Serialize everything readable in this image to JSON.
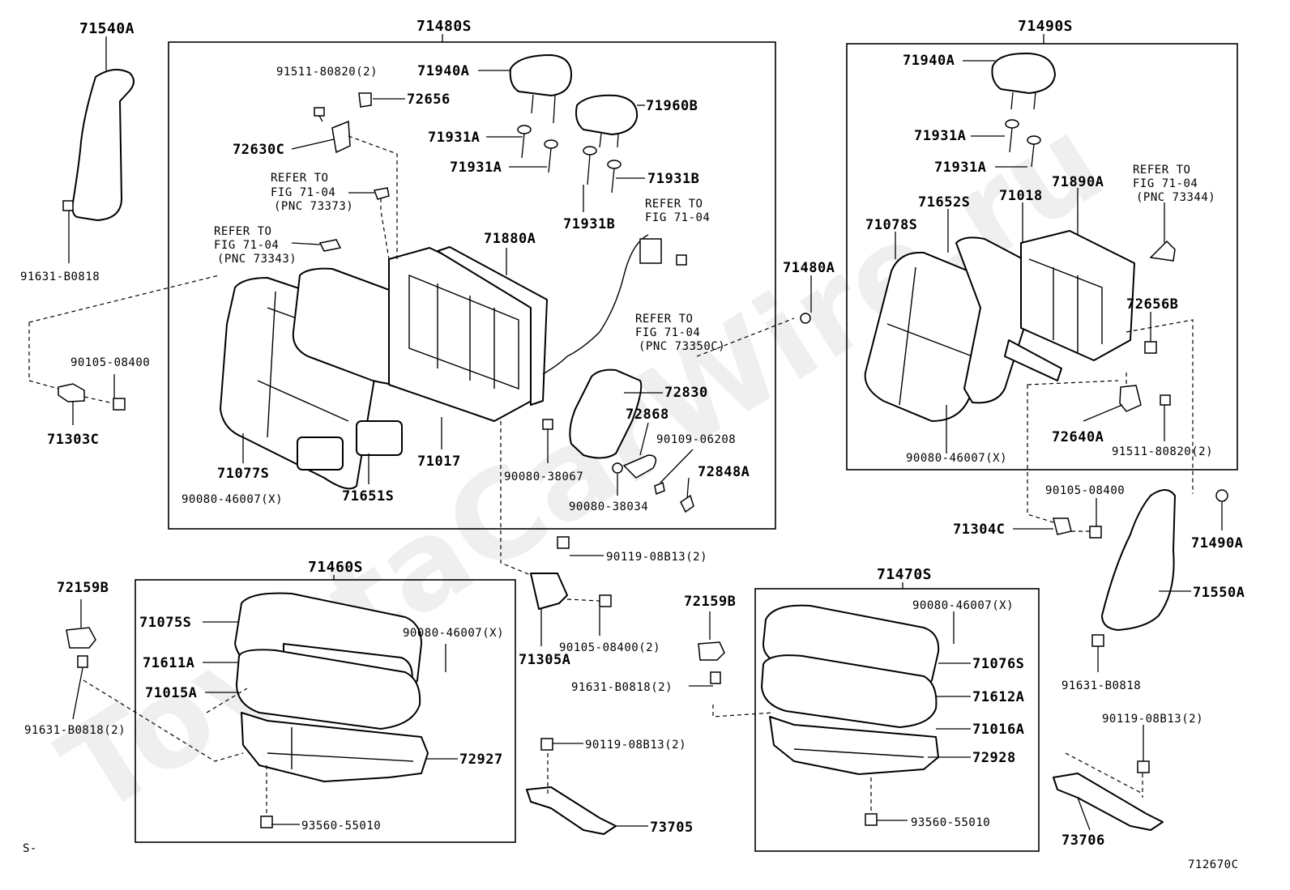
{
  "group_labels": {
    "g71540A": "71540A",
    "g71480S": "71480S",
    "g71490S": "71490S",
    "g71460S": "71460S",
    "g71470S": "71470S"
  },
  "part_labels": {
    "p91511_80820_2_a": "91511-80820(2)",
    "p71940A_a": "71940A",
    "p72656": "72656",
    "p71960B": "71960B",
    "p72630C": "72630C",
    "p71931A_a": "71931A",
    "p71931A_b": "71931A",
    "p71931B_a": "71931B",
    "p71931B_b": "71931B",
    "p71880A": "71880A",
    "p91631_B0818_a": "91631-B0818",
    "p90105_08400_a": "90105-08400",
    "p71303C": "71303C",
    "p71077S": "71077S",
    "p90080_46007_a": "90080-46007(X)",
    "p71651S": "71651S",
    "p71017": "71017",
    "p72830": "72830",
    "p72868": "72868",
    "p90109_06208": "90109-06208",
    "p90080_38067": "90080-38067",
    "p72848A": "72848A",
    "p90080_38034": "90080-38034",
    "p71480A_a": "71480A",
    "p71940A_b": "71940A",
    "p71931A_c": "71931A",
    "p71931A_d": "71931A",
    "p71652S": "71652S",
    "p71018": "71018",
    "p71890A": "71890A",
    "p71078S": "71078S",
    "p72656B": "72656B",
    "p72640A": "72640A",
    "p90080_46007_b": "90080-46007(X)",
    "p91511_80820_2_b": "91511-80820(2)",
    "p90105_08400_b": "90105-08400",
    "p71304C": "71304C",
    "p71490A": "71490A",
    "p71550A": "71550A",
    "p91631_B0818_b": "91631-B0818",
    "p90119_08B13_a": "90119-08B13(2)",
    "p90105_08400_2": "90105-08400(2)",
    "p71305A": "71305A",
    "p72159B_a": "72159B",
    "p71075S": "71075S",
    "p71611A": "71611A",
    "p71015A": "71015A",
    "p91631_B0818_2_a": "91631-B0818(2)",
    "p90080_46007_c": "90080-46007(X)",
    "p72927": "72927",
    "p93560_55010_a": "93560-55010",
    "p90119_08B13_b": "90119-08B13(2)",
    "p73705": "73705",
    "p72159B_b": "72159B",
    "p91631_B0818_2_b": "91631-B0818(2)",
    "p90080_46007_d": "90080-46007(X)",
    "p71076S": "71076S",
    "p71612A": "71612A",
    "p71016A": "71016A",
    "p72928": "72928",
    "p93560_55010_b": "93560-55010",
    "p90119_08B13_c": "90119-08B13(2)",
    "p73706": "73706"
  },
  "refer_notes": {
    "r1": [
      "REFER TO",
      "FIG 71-04",
      "(PNC 73373)"
    ],
    "r2": [
      "REFER TO",
      "FIG 71-04",
      "(PNC 73343)"
    ],
    "r3": [
      "REFER TO",
      "FIG 71-04"
    ],
    "r4": [
      "REFER TO",
      "FIG 71-04",
      "(PNC 73350C)"
    ],
    "r5": [
      "REFER TO",
      "FIG 71-04",
      "(PNC 73344)"
    ]
  },
  "footer": {
    "left_mark": "S-",
    "figure_code": "712670C"
  }
}
